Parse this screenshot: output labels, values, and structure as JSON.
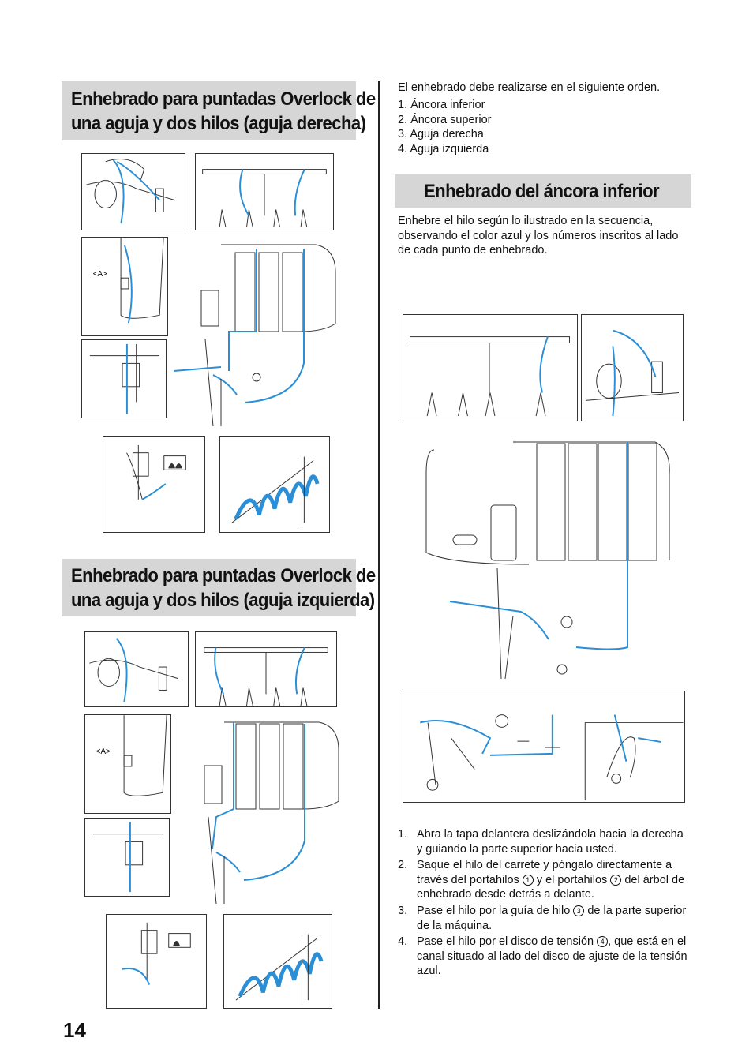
{
  "page_number": "14",
  "colors": {
    "thread_blue": "#2a8fd6",
    "title_bg": "#d6d6d6",
    "line": "#333333"
  },
  "section1": {
    "title_line1": "Enhebrado para puntadas Overlock de",
    "title_line2": "una aguja y dos hilos (aguja derecha)"
  },
  "section2": {
    "title_line1": "Enhebrado para puntadas Overlock de",
    "title_line2": "una aguja y dos hilos (aguja izquierda)"
  },
  "fig_labels": {
    "a": "<A>"
  },
  "order": {
    "intro": "El enhebrado debe realizarse en el siguiente orden.",
    "items": [
      "1. Áncora inferior",
      "2. Áncora superior",
      "3. Aguja derecha",
      "4. Aguja izquierda"
    ]
  },
  "section3": {
    "title": "Enhebrado del áncora inferior",
    "intro": "Enhebre el hilo según lo ilustrado en la secuencia, observando el color azul y los números inscritos al lado de cada punto de enhebrado."
  },
  "steps": [
    {
      "n": "1.",
      "a": "Abra la tapa delantera deslizándola hacia la derecha y guiando la parte superior hacia usted."
    },
    {
      "n": "2.",
      "a": "Saque el hilo del carrete y póngalo directamente a través del portahilos ",
      "c1": "1",
      "b": " y el portahilos ",
      "c2": "2",
      "d": " del árbol de enhebrado desde detrás a delante."
    },
    {
      "n": "3.",
      "a": "Pase el hilo por la guía de hilo ",
      "c1": "3",
      "b": " de la parte superior de la máquina."
    },
    {
      "n": "4.",
      "a": "Pase el hilo por el disco de tensión ",
      "c1": "4",
      "b": ", que está en el canal situado al lado del disco de ajuste de la tensión azul."
    }
  ]
}
